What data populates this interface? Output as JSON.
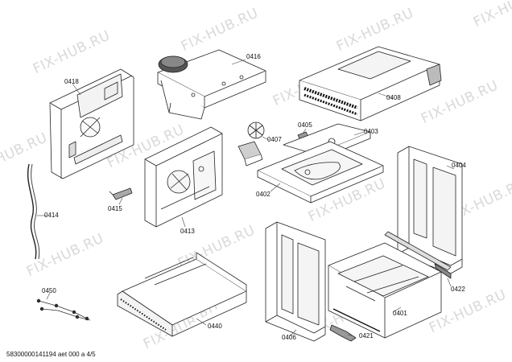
{
  "diagram": {
    "labels": {
      "p0416": "0416",
      "p0418": "0418",
      "p0408": "0408",
      "p0405": "0405",
      "p0407": "0407",
      "p0403": "0403",
      "p0404": "0404",
      "p0402": "0402",
      "p0413": "0413",
      "p0415": "0415",
      "p0414": "0414",
      "p0450": "0450",
      "p0440": "0440",
      "p0406": "0406",
      "p0421": "0421",
      "p0401": "0401",
      "p0422": "0422"
    },
    "watermark_text": "FIX-HUB.RU",
    "footer": "58300000141194 aet 000 a 4/5"
  }
}
